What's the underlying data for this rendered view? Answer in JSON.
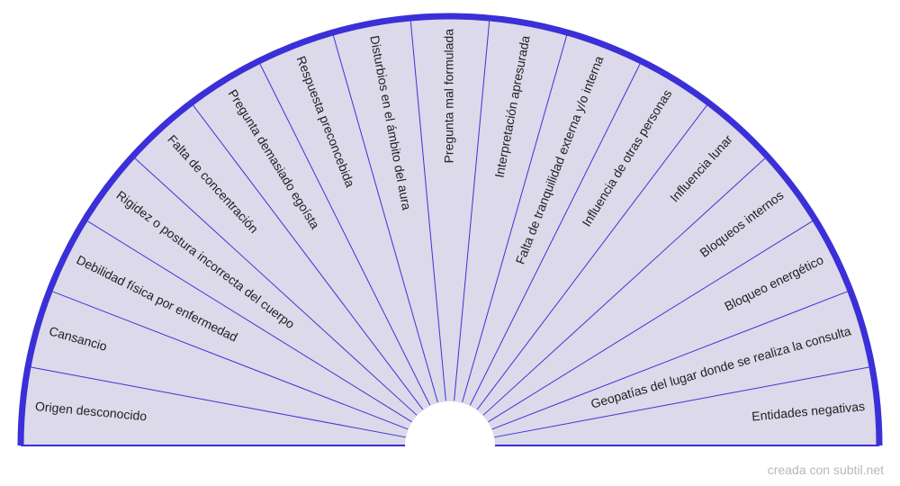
{
  "chart": {
    "fill_color": "#dcd9ea",
    "line_color": "#3d33d6",
    "rim_color": "#3b2fd8",
    "segments": [
      "Origen desconocido",
      "Cansancio",
      "Debilidad física por enfermedad",
      "Rigidez o postura incorrecta del cuerpo",
      "Falta de concentración",
      "Pregunta demasiado egoísta",
      "Respuesta preconcebida",
      "Disturbios en el ámbito del aura",
      "Pregunta mal formulada",
      "Interpretación apresurada",
      "Falta de tranquilidad externa y/o interna",
      "Influencia de otras personas",
      "Influencia lunar",
      "Bloqueos internos",
      "Bloqueo energético",
      "Geopatías del lugar donde se realiza la consulta",
      "Entidades negativas"
    ]
  },
  "footer": {
    "credit": "creada con subtil.net"
  }
}
